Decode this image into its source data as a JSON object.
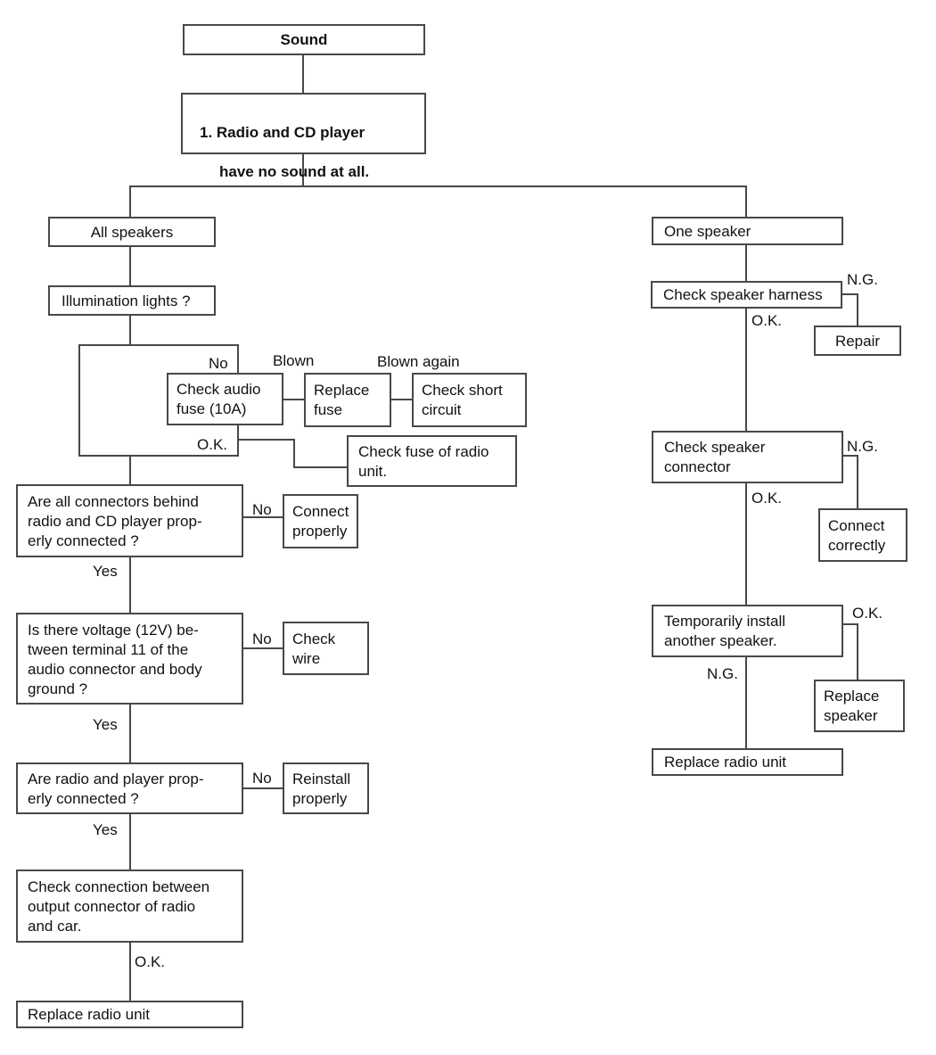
{
  "diagram_title": "Sound troubleshooting flowchart",
  "colors": {
    "line": "#484848",
    "text": "#121212",
    "background": "#ffffff"
  },
  "nodes": {
    "sound": {
      "text": "Sound"
    },
    "problem": {
      "line1": "1. Radio and CD player",
      "line2": "have no sound at all."
    },
    "all_speakers": {
      "text": "All speakers"
    },
    "illumination": {
      "text": "Illumination lights ?"
    },
    "check_audio_fuse": {
      "text": "Check audio\nfuse (10A)"
    },
    "replace_fuse": {
      "text": "Replace\nfuse"
    },
    "check_short_circuit": {
      "text": "Check short\ncircuit"
    },
    "check_fuse_radio": {
      "text": "Check fuse of radio\nunit."
    },
    "connectors_q": {
      "text": "Are all connectors behind\nradio and CD player prop-\nerly connected ?"
    },
    "connect_properly": {
      "text": "Connect\nproperly"
    },
    "voltage_q": {
      "text": "Is there voltage (12V) be-\ntween terminal 11 of the\naudio connector and body\nground ?"
    },
    "check_wire": {
      "text": "Check\nwire"
    },
    "radio_player_q": {
      "text": "Are radio and player prop-\nerly connected ?"
    },
    "reinstall_properly": {
      "text": "Reinstall\nproperly"
    },
    "check_connection": {
      "text": "Check connection between\noutput connector of radio\nand car."
    },
    "replace_radio_left": {
      "text": "Replace radio unit"
    },
    "one_speaker": {
      "text": "One speaker"
    },
    "check_harness": {
      "text": "Check speaker harness"
    },
    "repair": {
      "text": "Repair"
    },
    "check_connector": {
      "text": "Check speaker\nconnector"
    },
    "connect_correctly": {
      "text": "Connect\ncorrectly"
    },
    "temp_install": {
      "text": "Temporarily install\nanother speaker."
    },
    "replace_speaker": {
      "text": "Replace\nspeaker"
    },
    "replace_radio_right": {
      "text": "Replace radio unit"
    }
  },
  "labels": {
    "fuse_no": "No",
    "fuse_ok": "O.K.",
    "blown": "Blown",
    "blown_again": "Blown again",
    "connectors_no": "No",
    "connectors_yes": "Yes",
    "voltage_no": "No",
    "voltage_yes": "Yes",
    "radio_player_no": "No",
    "radio_player_yes": "Yes",
    "connection_ok": "O.K.",
    "harness_ng": "N.G.",
    "harness_ok": "O.K.",
    "connector_ng": "N.G.",
    "connector_ok": "O.K.",
    "temp_ok": "O.K.",
    "temp_ng": "N.G."
  }
}
